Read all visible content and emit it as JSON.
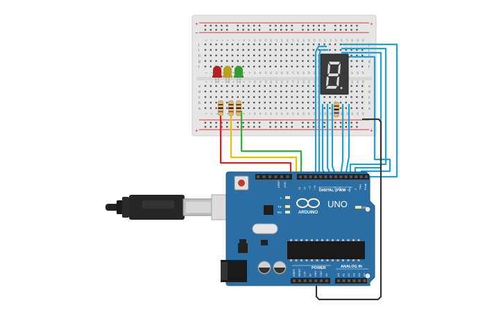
{
  "board": {
    "brand": "ARDUINO",
    "model": "UNO",
    "digital_label": "DIGITAL (PWM ~)",
    "power_label": "POWER",
    "analog_label": "ANALOG IN",
    "on_label": "ON",
    "led_l": "L",
    "led_tx": "TX",
    "led_rx": "RX",
    "aref": "AREF",
    "gnd": "GND",
    "digital_pins": [
      "13",
      "12",
      "~11",
      "~10",
      "~9",
      "8",
      "7",
      "~6",
      "~5",
      "4",
      "~3",
      "2",
      "TX▸1",
      "RX◂0"
    ],
    "power_pins": [
      "IOREF",
      "RESET",
      "3.3V",
      "5V",
      "GND",
      "GND",
      "Vin"
    ],
    "analog_pins": [
      "A0",
      "A1",
      "A2",
      "A3",
      "A4",
      "A5"
    ]
  },
  "breadboard": {
    "plus": "+",
    "minus": "−",
    "row_letters_top": [
      "j",
      "i",
      "h",
      "g",
      "f"
    ],
    "row_letters_bottom": [
      "e",
      "d",
      "c",
      "b",
      "a"
    ],
    "columns": [
      "1",
      "2",
      "3",
      "4",
      "5",
      "6",
      "7",
      "8",
      "9",
      "10",
      "11",
      "12",
      "13",
      "14",
      "15",
      "16",
      "17",
      "18",
      "19",
      "20",
      "21",
      "22",
      "23",
      "24",
      "25",
      "26",
      "27",
      "28",
      "29",
      "30"
    ]
  },
  "components": {
    "leds": [
      {
        "name": "red",
        "color": "#b22222"
      },
      {
        "name": "yellow",
        "color": "#b8a020"
      },
      {
        "name": "green",
        "color": "#2f9e2f"
      }
    ],
    "seven_segment": {
      "digit": "8"
    }
  },
  "colors": {
    "board": "#2b6ea4",
    "wire_red": "#e02020",
    "wire_yellow": "#e8c000",
    "wire_green": "#30b030",
    "wire_blue": "#1e9fd8",
    "wire_black": "#333333"
  }
}
